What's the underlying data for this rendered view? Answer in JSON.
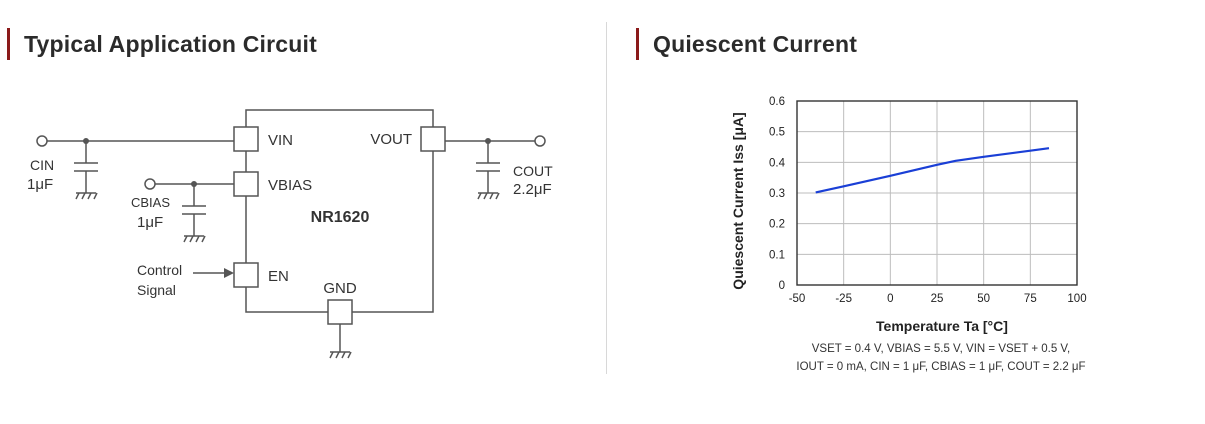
{
  "left": {
    "title": "Typical Application Circuit",
    "circuit": {
      "cin_label": "CIN",
      "cin_value": "1μF",
      "cbias_label": "CBIAS",
      "cbias_value": "1μF",
      "cout_label": "COUT",
      "cout_value": "2.2μF",
      "pin_vin": "VIN",
      "pin_vbias": "VBIAS",
      "pin_en": "EN",
      "pin_vout": "VOUT",
      "pin_gnd": "GND",
      "chip_name": "NR1620",
      "control_line1": "Control",
      "control_line2": "Signal"
    }
  },
  "right": {
    "title": "Quiescent Current",
    "caption_line1": "VSET = 0.4 V, VBIAS = 5.5 V, VIN = VSET + 0.5 V,",
    "caption_line2": "IOUT = 0 mA, CIN = 1 μF, CBIAS = 1 μF, COUT = 2.2 μF"
  },
  "colors": {
    "accent": "#8b1a1a",
    "line": "#1a3fd6",
    "wire": "#555555",
    "grid": "#bdbdbd"
  },
  "chart_data": {
    "type": "line",
    "title": "",
    "xlabel": "Temperature  Ta [°C]",
    "ylabel": "Quiescent Current Iss [μA]",
    "xlim": [
      -50,
      100
    ],
    "ylim": [
      0,
      0.6
    ],
    "xticks": [
      -50,
      -25,
      0,
      25,
      50,
      75,
      100
    ],
    "yticks": [
      0,
      0.1,
      0.2,
      0.3,
      0.4,
      0.5,
      0.6
    ],
    "xtick_labels": [
      "-50",
      "-25",
      "0",
      "25",
      "50",
      "75",
      "100"
    ],
    "ytick_labels": [
      "0",
      "0.1",
      "0.2",
      "0.3",
      "0.4",
      "0.5",
      "0.6"
    ],
    "grid": true,
    "series": [
      {
        "x": [
          -40,
          -25,
          0,
          25,
          35,
          50,
          75,
          85
        ],
        "y": [
          0.302,
          0.322,
          0.356,
          0.392,
          0.405,
          0.418,
          0.438,
          0.446
        ]
      }
    ]
  }
}
